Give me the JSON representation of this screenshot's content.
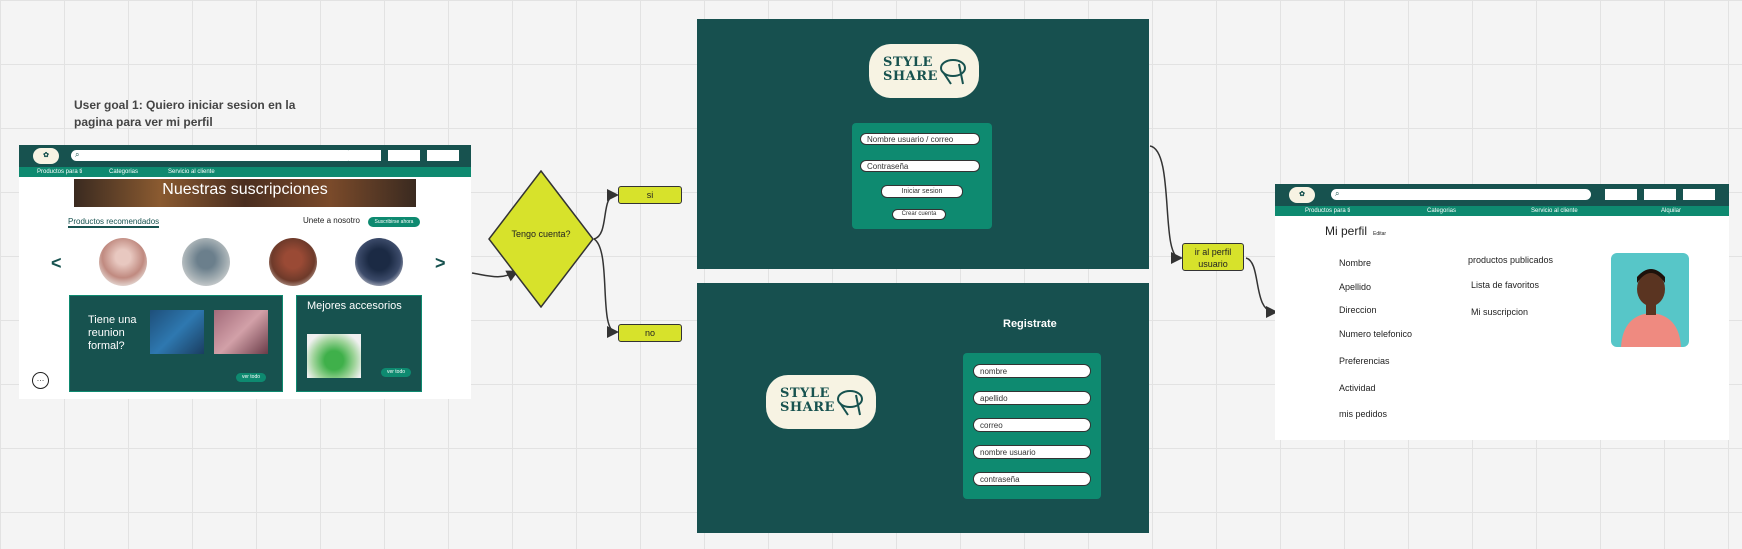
{
  "goal_text": "User goal 1: Quiero iniciar sesion en la pagina para ver mi perfil",
  "home": {
    "logo": "✿",
    "nav": [
      "Productos para ti",
      "Categorias",
      "Servicio al cliente"
    ],
    "banner": "Nuestras suscripciones",
    "recommended": "Productos recomendados",
    "join": "Unete a nosotro",
    "subscribe_btn": "Suscribirse ahora",
    "prev": "<",
    "next": ">",
    "card1_title": "Tiene una reunion formal?",
    "card2_title": "Mejores accesorios",
    "card_btn": "ver todo"
  },
  "decision": {
    "text": "Tengo cuenta?",
    "yes": "si",
    "no": "no"
  },
  "login": {
    "brand_line1": "STYLE",
    "brand_line2": "SHARE",
    "user_placeholder": "Nombre usuario / correo",
    "password_placeholder": "Contraseña",
    "login_btn": "Iniciar sesion",
    "create_btn": "Crear cuenta"
  },
  "register": {
    "title": "Registrate",
    "brand_line1": "STYLE",
    "brand_line2": "SHARE",
    "fields": [
      "nombre",
      "apellido",
      "correo",
      "nombre usuario",
      "contraseña"
    ]
  },
  "go_profile": "ir al perfil usuario",
  "profile": {
    "nav": [
      "Productos para ti",
      "Categorias",
      "Servicio al cliente",
      "Alquilar"
    ],
    "title": "Mi perfil",
    "edit": "Editar",
    "left_fields": [
      "Nombre",
      "Apellido",
      "Direccion",
      "Numero telefonico",
      "Preferencias",
      "Actividad",
      "mis pedidos"
    ],
    "right_fields": [
      "productos publicados",
      "Lista de favoritos",
      "Mi suscripcion"
    ]
  },
  "colors": {
    "teal_dark": "#17504f",
    "teal": "#0e8a70",
    "lime": "#d7e22b",
    "cream": "#f7f3e3"
  }
}
